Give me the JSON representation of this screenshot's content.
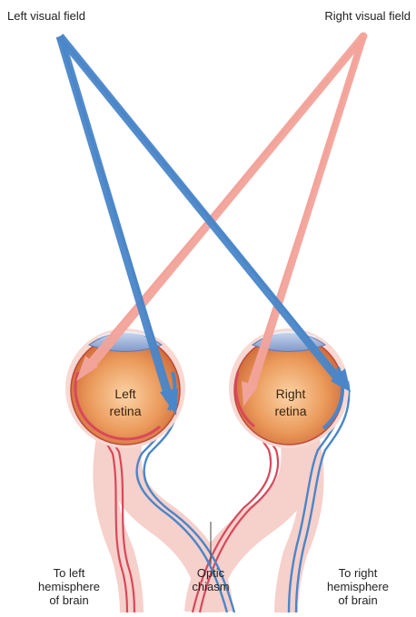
{
  "labels": {
    "left_visual_field": "Left visual field",
    "right_visual_field": "Right visual field",
    "left_retina_line1": "Left",
    "left_retina_line2": "retina",
    "right_retina_line1": "Right",
    "right_retina_line2": "retina",
    "to_left_line1": "To left",
    "to_left_line2": "hemisphere",
    "to_left_line3": "of brain",
    "optic_line1": "Optic",
    "optic_line2": "chiasm",
    "to_right_line1": "To right",
    "to_right_line2": "hemisphere",
    "to_right_line3": "of brain"
  },
  "colors": {
    "blue_path": "#4a86c8",
    "pink_path": "#f2a39a",
    "red_nerve": "#d9485a",
    "eye_orange": "#e8894e",
    "lens_blue": "#9fb7dd"
  }
}
